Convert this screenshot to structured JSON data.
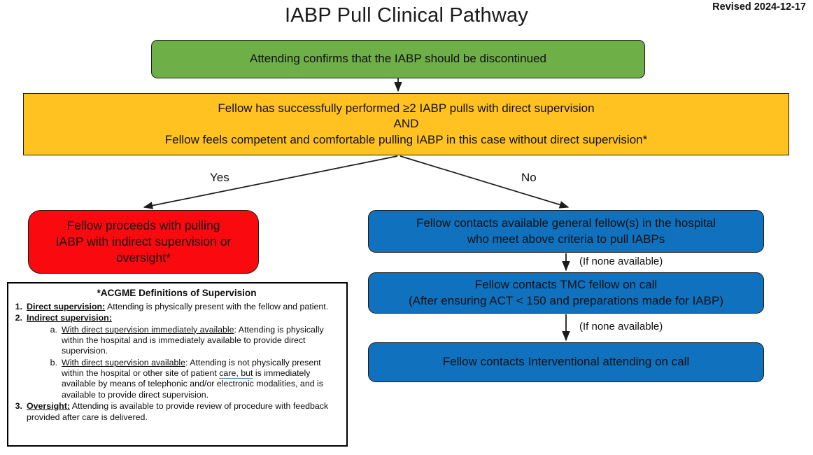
{
  "header": {
    "title": "IABP Pull Clinical Pathway",
    "revised": "Revised 2024-12-17"
  },
  "colors": {
    "green": "#6EAF48",
    "yellow": "#FFC220",
    "red": "#FA0A0F",
    "blue": "#1072BE",
    "border": "#1b1b1b",
    "grammar_underline": "#4f81bd"
  },
  "flow": {
    "green_node": {
      "lines": [
        "Attending confirms that the IABP should be discontinued"
      ]
    },
    "yellow_node": {
      "lines": [
        "Fellow has successfully performed ≥2 IABP pulls with direct supervision",
        "AND",
        "Fellow feels competent and comfortable pulling IABP in this case without direct supervision*"
      ]
    },
    "branch_yes_label": "Yes",
    "branch_no_label": "No",
    "red_node": {
      "lines": [
        "Fellow proceeds with pulling",
        "IABP with indirect supervision or",
        "oversight*"
      ]
    },
    "blue_node_1": {
      "lines": [
        "Fellow contacts available general fellow(s) in the hospital",
        "who meet above criteria to pull IABPs"
      ]
    },
    "blue_node_2": {
      "lines": [
        "Fellow contacts TMC fellow on call",
        "(After ensuring ACT < 150 and preparations made for IABP)"
      ]
    },
    "blue_node_3": {
      "lines": [
        "Fellow contacts Interventional attending on call"
      ]
    },
    "none_available_label_1": "(If none available)",
    "none_available_label_2": "(If none available)"
  },
  "legend": {
    "title": "*ACGME Definitions of Supervision",
    "items": [
      {
        "marker": "1.",
        "term": "Direct supervision:",
        "text": " Attending is physically present with the fellow and patient."
      },
      {
        "marker": "2.",
        "term": "Indirect supervision:",
        "text": "",
        "subitems": [
          {
            "marker": "a.",
            "term": "With direct supervision immediately available",
            "text": ": Attending is physically within the hospital and is immediately available to provide direct supervision."
          },
          {
            "marker": "b.",
            "term": "With direct supervision available",
            "text_before": ": Attending is not physically present within the hospital or other site of patient ",
            "text_flagged": "care, but",
            "text_after": " is immediately available by means of telephonic and/or electronic modalities, and is available to provide direct supervision."
          }
        ]
      },
      {
        "marker": "3.",
        "term": "Oversight:",
        "text": " Attending is available to provide review of procedure with feedback provided after care is delivered."
      }
    ]
  }
}
